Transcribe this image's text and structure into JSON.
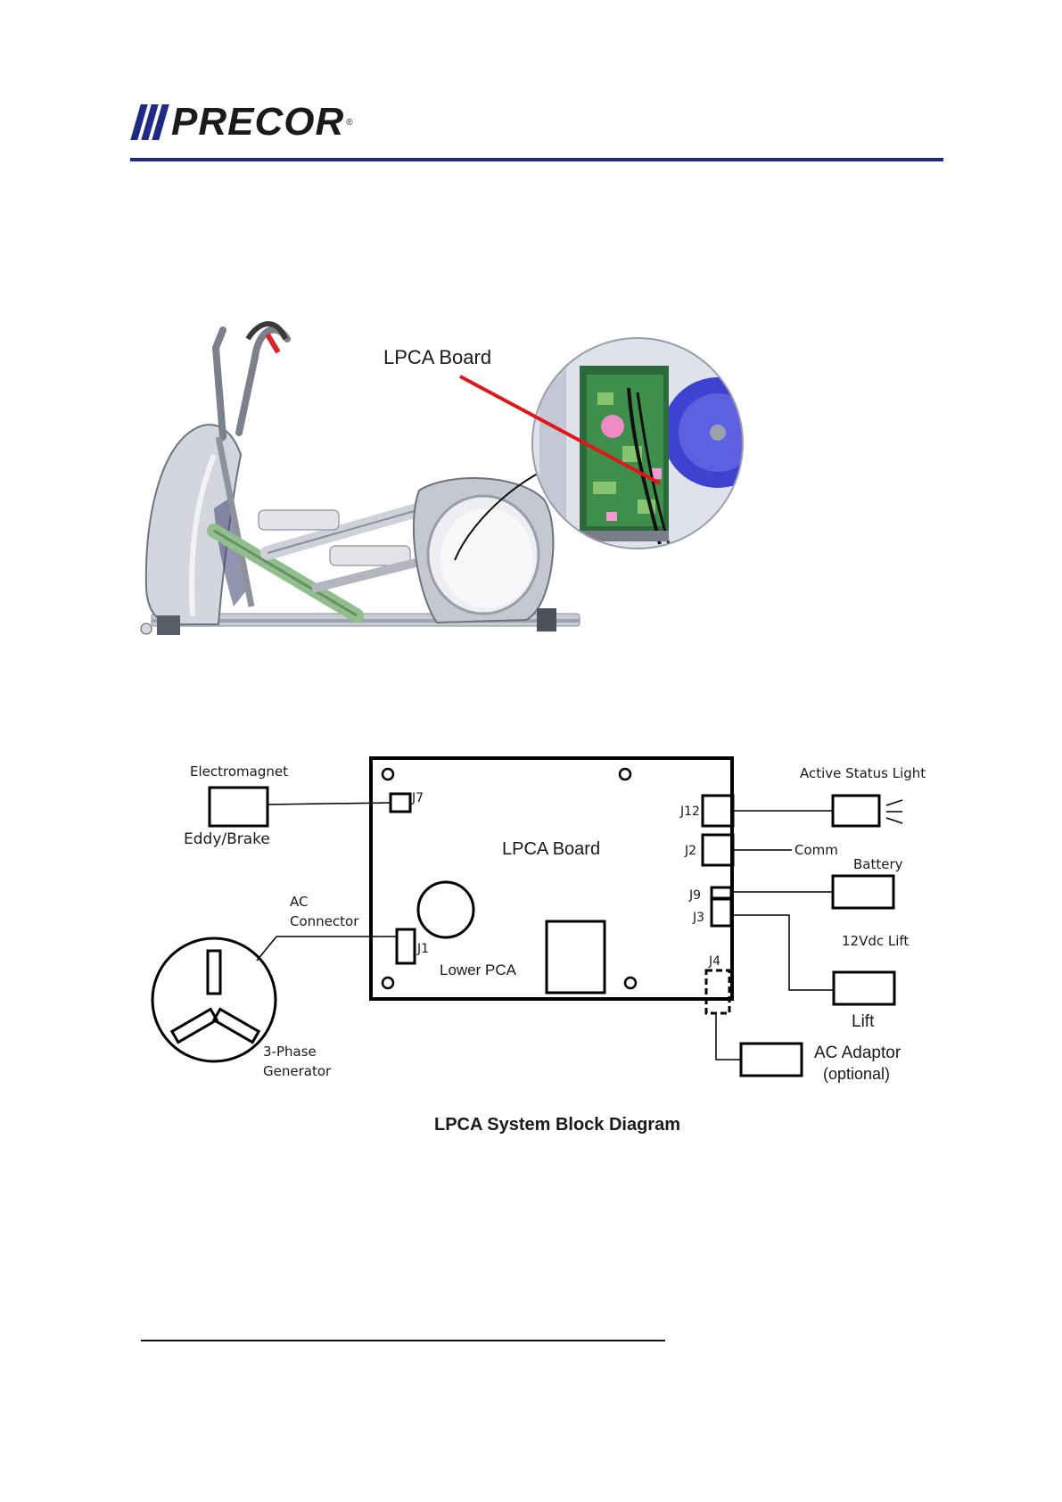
{
  "header": {
    "brand": "PRECOR",
    "brand_mark": "®",
    "rule_color": "#1f2a86"
  },
  "photo": {
    "callout_label": "LPCA Board",
    "callout_color": "#e0161b"
  },
  "diagram": {
    "board_title": "LPCA Board",
    "lower_pca": "Lower PCA",
    "connectors": {
      "j7": "J7",
      "j1": "J1",
      "j12": "J12",
      "j2": "J2",
      "j9": "J9",
      "j3": "J3",
      "j4": "J4"
    },
    "labels": {
      "electromagnet": "Electromagnet",
      "eddy_brake": "Eddy/Brake",
      "ac_connector_line1": "AC",
      "ac_connector_line2": "Connector",
      "generator_line1": "3-Phase",
      "generator_line2": "Generator",
      "active_status_light": "Active Status Light",
      "comm": "Comm",
      "battery": "Battery",
      "lift_12vdc": "12Vdc Lift",
      "lift": "Lift",
      "ac_adaptor": "AC Adaptor",
      "ac_adaptor_note": "(optional)"
    },
    "caption": "LPCA System Block Diagram"
  },
  "icons": [
    "precor-logo-icon",
    "status-light-rays-icon",
    "generator-icon"
  ]
}
